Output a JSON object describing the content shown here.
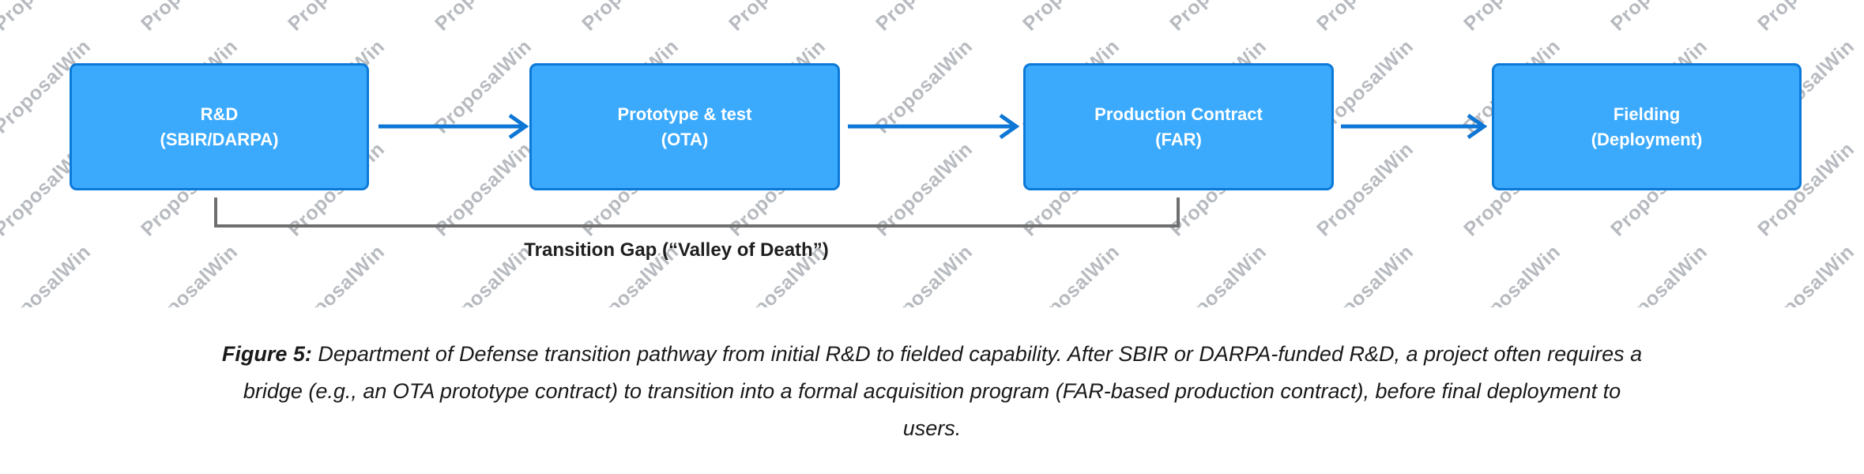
{
  "figure": {
    "watermark_text": "ProposalWin",
    "boxes": [
      {
        "line1": "R&D",
        "line2": "(SBIR/DARPA)"
      },
      {
        "line1": "Prototype & test",
        "line2": "(OTA)"
      },
      {
        "line1": "Production Contract",
        "line2": "(FAR)"
      },
      {
        "line1": "Fielding",
        "line2": "(Deployment)"
      }
    ],
    "gap_label": "Transition Gap (“Valley of Death”)",
    "colors": {
      "box_fill": "#3BAAFD",
      "box_border": "#0B79D8",
      "arrow": "#0E76D4",
      "bracket": "#6F6F6F",
      "watermark": "#B7BBC0"
    }
  },
  "caption": {
    "prefix": "Figure 5:",
    "line1_rest": " Department of Defense transition pathway from initial R&D to fielded capability. After SBIR or DARPA-funded R&D, a project often requires a",
    "line2": "bridge (e.g., an OTA prototype contract) to transition into a formal acquisition program (FAR-based production contract), before final deployment to",
    "line3": "users."
  }
}
